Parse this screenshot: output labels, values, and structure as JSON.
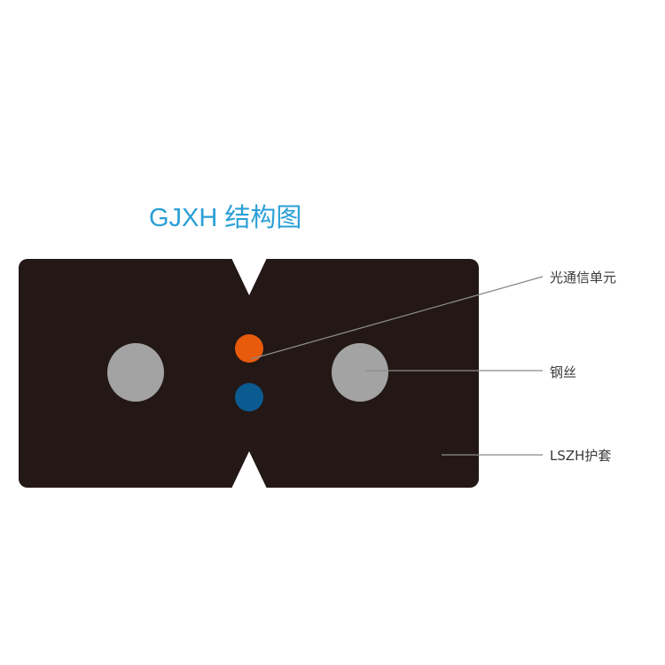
{
  "title": "GJXH 结构图",
  "labels": {
    "optical_unit": "光通信单元",
    "steel_wire": "钢丝",
    "sheath": "LSZH护套"
  },
  "colors": {
    "title": "#2a9fd6",
    "sheath": "#231815",
    "steel_wire": "#a3a3a3",
    "fiber_orange": "#e85a0c",
    "fiber_blue": "#0b5b91",
    "leader_line": "#8a8a8a"
  }
}
